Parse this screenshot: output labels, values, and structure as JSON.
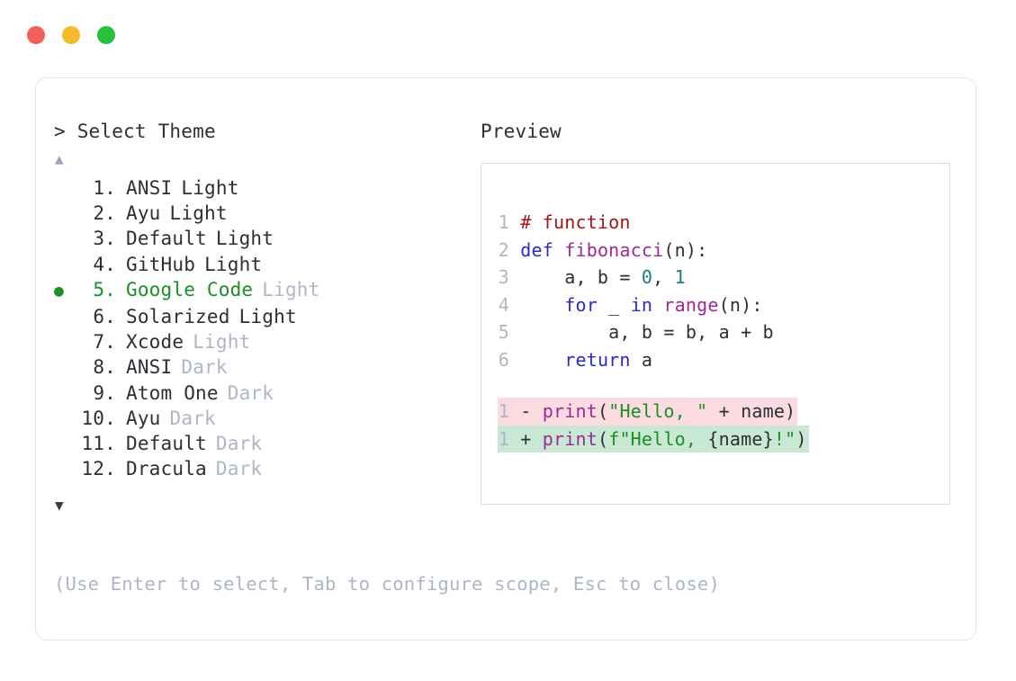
{
  "window": {
    "traffic_lights": [
      {
        "name": "close",
        "color": "#f4615c"
      },
      {
        "name": "minimize",
        "color": "#f5bb2c"
      },
      {
        "name": "maximize",
        "color": "#27c23c"
      }
    ]
  },
  "left": {
    "prompt_symbol": ">",
    "prompt_title": "Select Theme",
    "scroll_up_glyph": "▲",
    "scroll_down_glyph": "▼",
    "selected_bullet": "●",
    "selected_index": 5,
    "items": [
      {
        "num": "1.",
        "name": "ANSI",
        "variant": "Light",
        "variant_muted": false,
        "selected": false,
        "bullet": ""
      },
      {
        "num": "2.",
        "name": "Ayu",
        "variant": "Light",
        "variant_muted": false,
        "selected": false,
        "bullet": ""
      },
      {
        "num": "3.",
        "name": "Default",
        "variant": "Light",
        "variant_muted": false,
        "selected": false,
        "bullet": ""
      },
      {
        "num": "4.",
        "name": "GitHub",
        "variant": "Light",
        "variant_muted": false,
        "selected": false,
        "bullet": ""
      },
      {
        "num": "5.",
        "name": "Google Code",
        "variant": "Light",
        "variant_muted": true,
        "selected": true,
        "bullet": "●"
      },
      {
        "num": "6.",
        "name": "Solarized",
        "variant": "Light",
        "variant_muted": false,
        "selected": false,
        "bullet": ""
      },
      {
        "num": "7.",
        "name": "Xcode",
        "variant": "Light",
        "variant_muted": true,
        "selected": false,
        "bullet": ""
      },
      {
        "num": "8.",
        "name": "ANSI",
        "variant": "Dark",
        "variant_muted": true,
        "selected": false,
        "bullet": ""
      },
      {
        "num": "9.",
        "name": "Atom One",
        "variant": "Dark",
        "variant_muted": true,
        "selected": false,
        "bullet": ""
      },
      {
        "num": "10.",
        "name": "Ayu",
        "variant": "Dark",
        "variant_muted": true,
        "selected": false,
        "bullet": ""
      },
      {
        "num": "11.",
        "name": "Default",
        "variant": "Dark",
        "variant_muted": true,
        "selected": false,
        "bullet": ""
      },
      {
        "num": "12.",
        "name": "Dracula",
        "variant": "Dark",
        "variant_muted": true,
        "selected": false,
        "bullet": ""
      }
    ],
    "hint": "(Use Enter to select, Tab to configure scope, Esc to close)"
  },
  "right": {
    "preview_label": "Preview",
    "code_lines": [
      {
        "ln": "1",
        "tokens": [
          {
            "t": "# function",
            "c": "t-comment"
          }
        ]
      },
      {
        "ln": "2",
        "tokens": [
          {
            "t": "def ",
            "c": "t-keyword"
          },
          {
            "t": "fibonacci",
            "c": "t-func"
          },
          {
            "t": "(n):",
            "c": "t-punct"
          }
        ]
      },
      {
        "ln": "3",
        "tokens": [
          {
            "t": "    a, b = ",
            "c": "t-plain"
          },
          {
            "t": "0",
            "c": "t-number"
          },
          {
            "t": ", ",
            "c": "t-plain"
          },
          {
            "t": "1",
            "c": "t-number"
          }
        ]
      },
      {
        "ln": "4",
        "tokens": [
          {
            "t": "    ",
            "c": "t-plain"
          },
          {
            "t": "for",
            "c": "t-keyword"
          },
          {
            "t": " _ ",
            "c": "t-plain"
          },
          {
            "t": "in",
            "c": "t-keyword"
          },
          {
            "t": " ",
            "c": "t-plain"
          },
          {
            "t": "range",
            "c": "t-func"
          },
          {
            "t": "(n):",
            "c": "t-punct"
          }
        ]
      },
      {
        "ln": "5",
        "tokens": [
          {
            "t": "        a, b = b, a + b",
            "c": "t-plain"
          }
        ]
      },
      {
        "ln": "6",
        "tokens": [
          {
            "t": "    ",
            "c": "t-plain"
          },
          {
            "t": "return",
            "c": "t-keyword"
          },
          {
            "t": " a",
            "c": "t-plain"
          }
        ]
      }
    ],
    "diff_lines": [
      {
        "ln": "1",
        "kind": "removed",
        "sign": "-",
        "tokens": [
          {
            "t": "print",
            "c": "t-func"
          },
          {
            "t": "(",
            "c": "t-punct"
          },
          {
            "t": "\"Hello, \"",
            "c": "t-string"
          },
          {
            "t": " + name)",
            "c": "t-plain"
          }
        ]
      },
      {
        "ln": "1",
        "kind": "added",
        "sign": "+",
        "tokens": [
          {
            "t": "print",
            "c": "t-func"
          },
          {
            "t": "(",
            "c": "t-punct"
          },
          {
            "t": "f\"Hello, ",
            "c": "t-string"
          },
          {
            "t": "{name}",
            "c": "t-plain"
          },
          {
            "t": "!\"",
            "c": "t-string"
          },
          {
            "t": ")",
            "c": "t-punct"
          }
        ]
      }
    ]
  },
  "colors": {
    "accent_green": "#1a8f28",
    "muted": "#aeb6c6",
    "text": "#2c2f36",
    "diff_removed_bg": "#fadbdf",
    "diff_added_bg": "#c9e8d3",
    "card_border": "#e2e5ea",
    "preview_border": "#d6dae1"
  }
}
